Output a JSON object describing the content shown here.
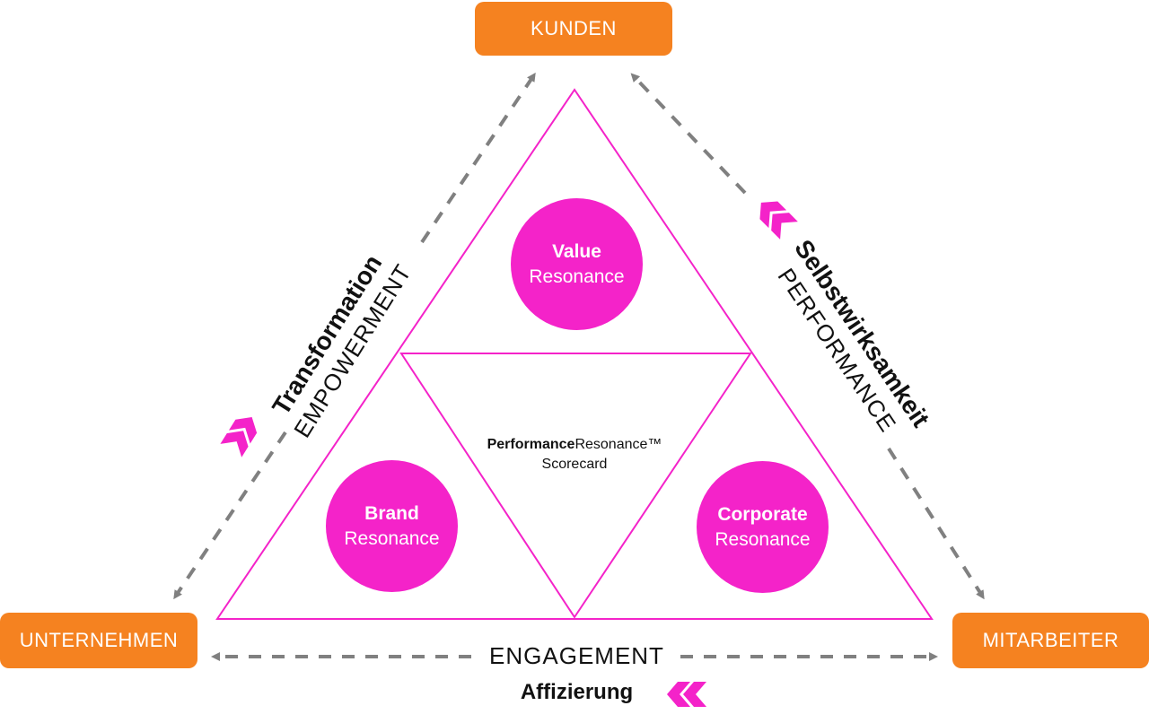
{
  "nodes": {
    "top": "KUNDEN",
    "left": "UNTERNEHMEN",
    "right": "MITARBEITER"
  },
  "circles": {
    "value": {
      "bold": "Value",
      "text": "Resonance"
    },
    "brand": {
      "bold": "Brand",
      "text": "Resonance"
    },
    "corporate": {
      "bold": "Corporate",
      "text": "Resonance"
    }
  },
  "center": {
    "bold": "Performance",
    "text": "Resonance™",
    "line2": "Scorecard"
  },
  "edges": {
    "left": {
      "bold": "Transformation",
      "text": "EMPOWERMENT"
    },
    "right": {
      "bold": "Selbstwirksamkeit",
      "text": "PERFORMANCE"
    },
    "bottom": {
      "text": "ENGAGEMENT",
      "bold": "Affizierung"
    }
  },
  "colors": {
    "accent": "#f423c9",
    "node": "#f58220",
    "arrow": "#808080"
  },
  "icons": [
    "double-chevron-icon",
    "arrow-head-icon"
  ]
}
